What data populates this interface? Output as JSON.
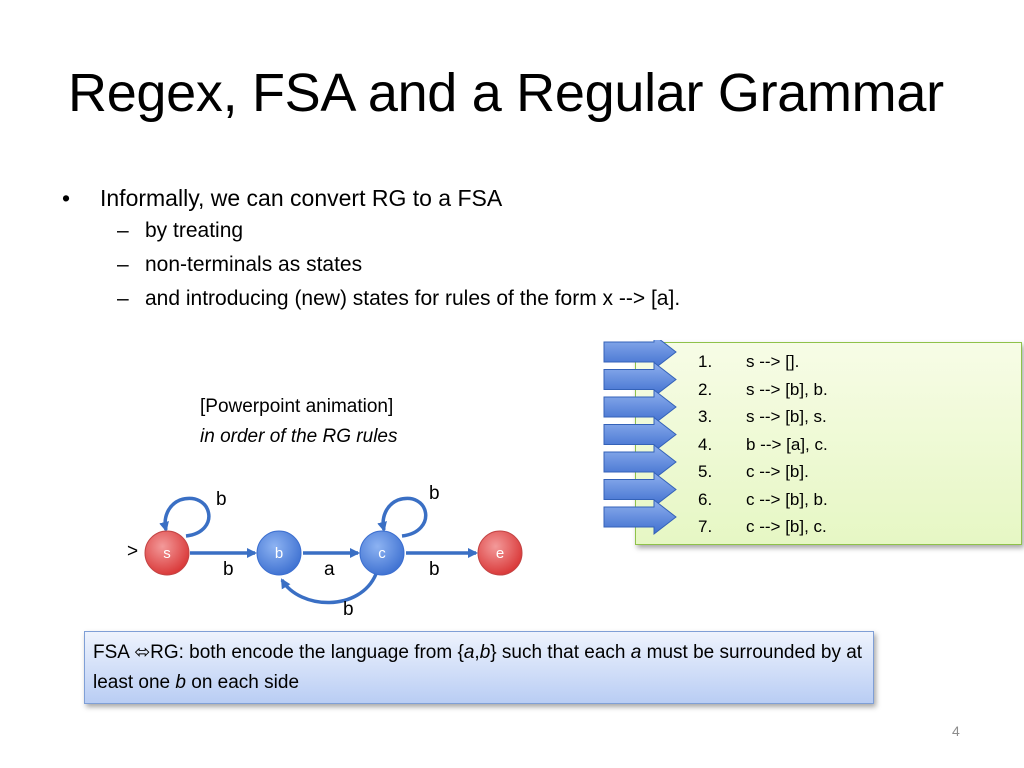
{
  "slide": {
    "title": "Regex, FSA and a Regular Grammar",
    "page_number": "4"
  },
  "bullets": {
    "main": "Informally, we can convert RG to a FSA",
    "sub": [
      "by treating",
      "non-terminals as states",
      "and introducing (new) states for rules of the form x --> [a]."
    ]
  },
  "animation_note": {
    "line1": "[Powerpoint animation]",
    "line2": "in order of the RG rules"
  },
  "rules": [
    {
      "num": "1.",
      "text": "s --> []."
    },
    {
      "num": "2.",
      "text": "s --> [b], b."
    },
    {
      "num": "3.",
      "text": "s --> [b], s."
    },
    {
      "num": "4.",
      "text": "b --> [a], c."
    },
    {
      "num": "5.",
      "text": "c --> [b]."
    },
    {
      "num": "6.",
      "text": "c --> [b], b."
    },
    {
      "num": "7.",
      "text": "c --> [b], c."
    }
  ],
  "fsa": {
    "start_marker": ">",
    "states": [
      "s",
      "b",
      "c",
      "e"
    ],
    "edge_labels": {
      "s_loop": "b",
      "c_loop": "b",
      "s_to_b": "b",
      "b_to_c": "a",
      "c_to_e": "b",
      "c_to_b": "b"
    },
    "state_color": "#4a7fd6",
    "final_color": "#e04040"
  },
  "summary": {
    "p1": "FSA ",
    "arrow": "⬄",
    "p2": "RG: both encode the language from {",
    "a": "a",
    "comma": ",",
    "b": "b",
    "p3": "} such that each ",
    "a2": "a",
    "p4": " must be surrounded by at least one ",
    "b2": "b",
    "p5": " on each side"
  }
}
